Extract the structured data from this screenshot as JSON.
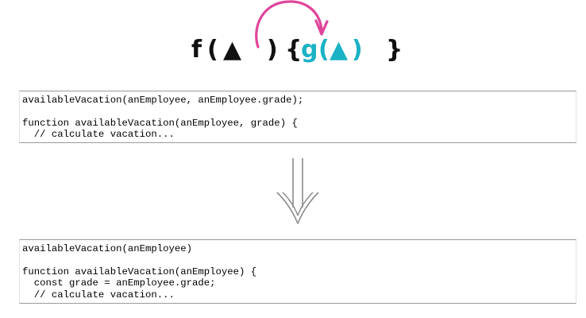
{
  "signature": {
    "f_label": "f",
    "outer_open_paren": "(",
    "param_triangle": "▲",
    "outer_close_paren": ")",
    "open_brace": "{",
    "g_label": "g",
    "inner_open_paren": "(",
    "inner_triangle": "▲",
    "inner_close_paren": ")",
    "close_brace": "}",
    "colors": {
      "dark": "#111111",
      "accent_teal": "#1ab2c4",
      "arc_pink": "#e0449a"
    }
  },
  "before_code": {
    "lines": [
      "availableVacation(anEmployee, anEmployee.grade);",
      "",
      "function availableVacation(anEmployee, grade) {",
      "  // calculate vacation..."
    ]
  },
  "transition_icon": "double-down-arrow-icon",
  "after_code": {
    "lines": [
      "availableVacation(anEmployee)",
      "",
      "function availableVacation(anEmployee) {",
      "  const grade = anEmployee.grade;",
      "  // calculate vacation..."
    ]
  }
}
